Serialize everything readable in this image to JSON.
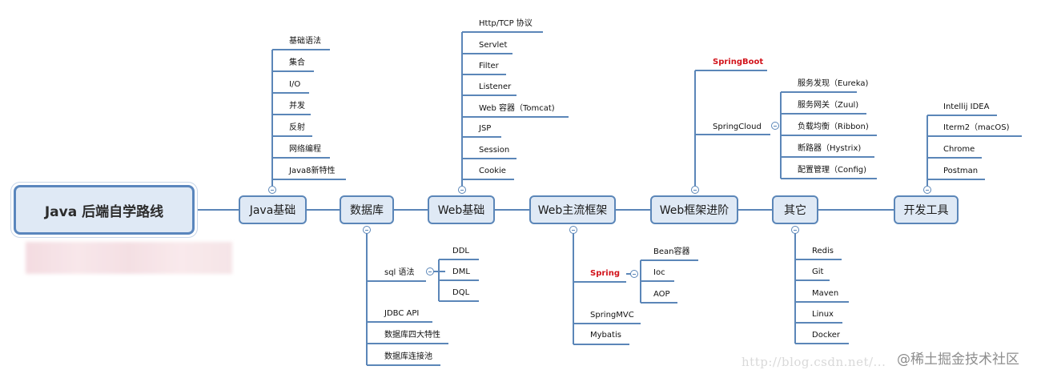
{
  "root": {
    "label": "Java 后端自学路线"
  },
  "branches": {
    "java_basics": {
      "label": "Java基础",
      "items": [
        "基础语法",
        "集合",
        "I/O",
        "并发",
        "反射",
        "网络编程",
        "Java8新特性"
      ]
    },
    "database": {
      "label": "数据库",
      "sql": {
        "label": "sql 语法",
        "items": [
          "DDL",
          "DML",
          "DQL"
        ]
      },
      "items": [
        "JDBC API",
        "数据库四大特性",
        "数据库连接池"
      ]
    },
    "web_basics": {
      "label": "Web基础",
      "items": [
        "Http/TCP 协议",
        "Servlet",
        "Filter",
        "Listener",
        "Web 容器（Tomcat)",
        "JSP",
        "Session",
        "Cookie"
      ]
    },
    "web_frameworks": {
      "label": "Web主流框架",
      "spring": {
        "label": "Spring",
        "items": [
          "Bean容器",
          "Ioc",
          "AOP"
        ]
      },
      "items": [
        "SpringMVC",
        "Mybatis"
      ]
    },
    "web_advanced": {
      "label": "Web框架进阶",
      "springboot": "SpringBoot",
      "springcloud": {
        "label": "SpringCloud",
        "items": [
          "服务发现（Eureka)",
          "服务网关（Zuul)",
          "负载均衡（Ribbon)",
          "断路器（Hystrix)",
          "配置管理（Config)"
        ]
      }
    },
    "others": {
      "label": "其它",
      "items": [
        "Redis",
        "Git",
        "Maven",
        "Linux",
        "Docker"
      ]
    },
    "dev_tools": {
      "label": "开发工具",
      "items": [
        "Intellij IDEA",
        "Iterm2（macOS)",
        "Chrome",
        "Postman"
      ]
    }
  },
  "watermark": {
    "url": "http://blog.csdn.net/...",
    "juejin": "@稀土掘金技术社区"
  },
  "colors": {
    "line": "#5b86b8",
    "node_fill": "#dfe9f5",
    "highlight_text": "#d2141c"
  }
}
